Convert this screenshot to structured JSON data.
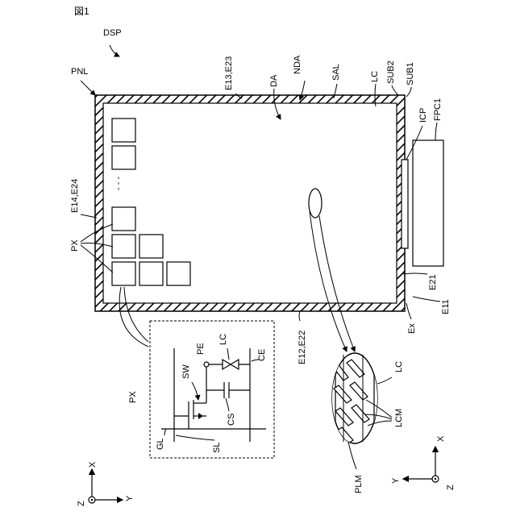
{
  "figure_title": "図1",
  "labels": {
    "dsp": "DSP",
    "pnl": "PNL",
    "e13_e23": "E13,E23",
    "da": "DA",
    "nda": "NDA",
    "sal": "SAL",
    "lc_top": "LC",
    "sub2": "SUB2",
    "sub1": "SUB1",
    "icp": "ICP",
    "fpc1": "FPC1",
    "e14_e24": "E14,E24",
    "px_main": "PX",
    "e21": "E21",
    "e11": "E11",
    "ex": "Ex",
    "e12_e22": "E12,E22",
    "px_circuit": "PX",
    "pe": "PE",
    "lc_circuit": "LC",
    "sw": "SW",
    "ce": "CE",
    "cs": "CS",
    "gl": "GL",
    "sl": "SL",
    "lc_zoom": "LC",
    "lcm": "LCM",
    "plm": "PLM",
    "ellipsis": "- - -"
  },
  "axes_left": {
    "x": "X",
    "y": "Y",
    "z": "Z"
  },
  "axes_right": {
    "x": "X",
    "y": "Y",
    "z": "Z"
  }
}
